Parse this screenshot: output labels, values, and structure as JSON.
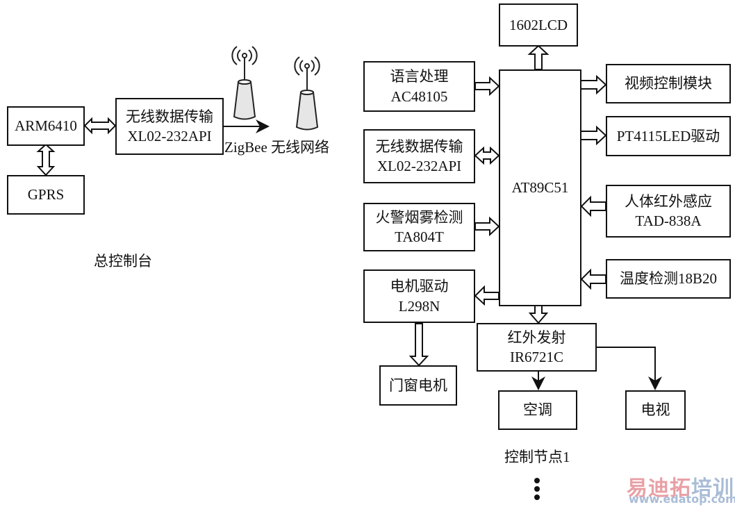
{
  "diagram": {
    "title_left": "总控制台",
    "title_right": "控制节点1",
    "console": {
      "arm": "ARM6410",
      "gprs": "GPRS",
      "wireless": [
        "无线数据传输",
        "XL02-232API"
      ],
      "network_label": "ZigBee 无线网络"
    },
    "node": {
      "mcu": "AT89C51",
      "lcd": "1602LCD",
      "voice": [
        "语言处理",
        "AC48105"
      ],
      "wireless": [
        "无线数据传输",
        "XL02-232API"
      ],
      "smoke": [
        "火警烟雾检测",
        "TA804T"
      ],
      "motor_driver": [
        "电机驱动",
        "L298N"
      ],
      "door_motor": "门窗电机",
      "ir": [
        "红外发射",
        "IR6721C"
      ],
      "aircon": "空调",
      "tv": "电视",
      "video": "视频控制模块",
      "led": "PT4115LED驱动",
      "pir": [
        "人体红外感应",
        "TAD-838A"
      ],
      "temp": "温度检测18B20"
    },
    "watermark": {
      "cn_a": "易迪拓",
      "cn_b": "培训",
      "url": "www.edatop.com"
    }
  }
}
